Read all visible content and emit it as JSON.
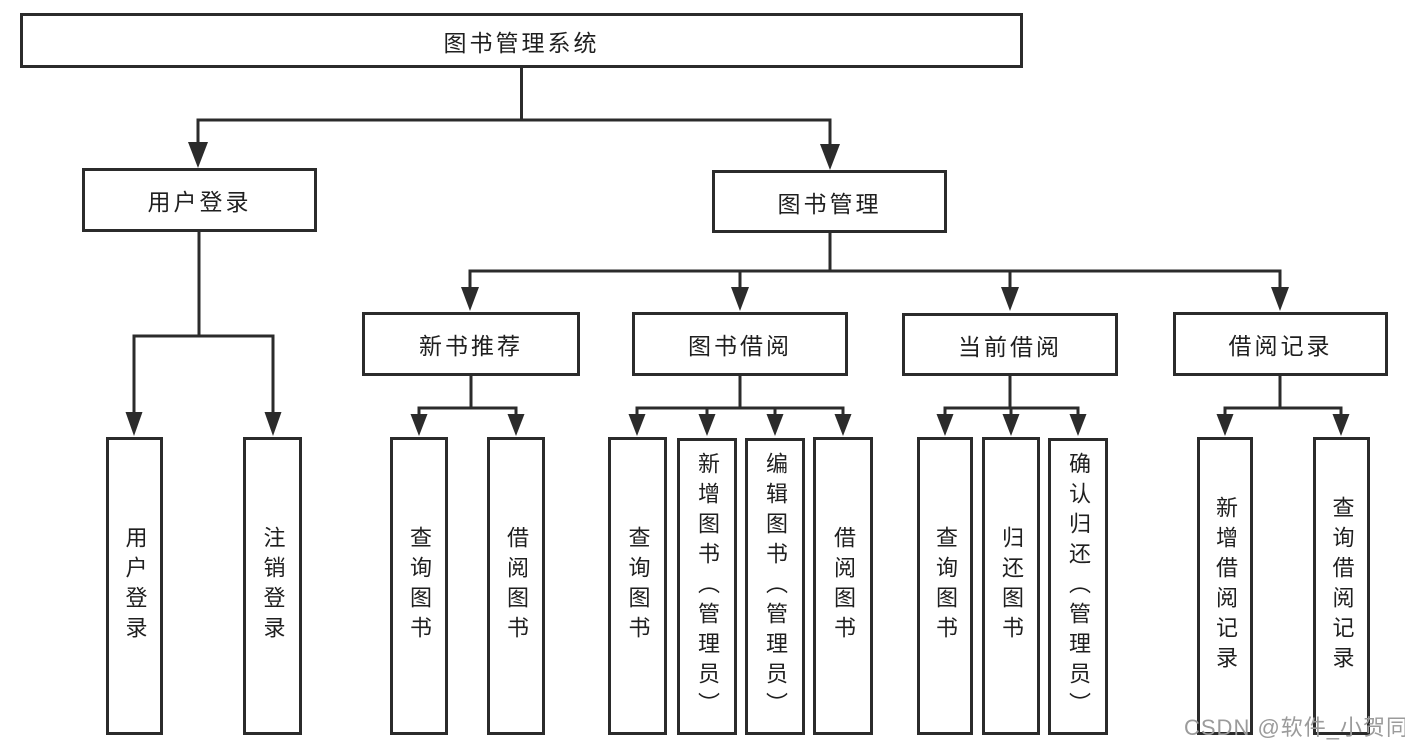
{
  "tree": {
    "root": {
      "label": "图书管理系统",
      "children": [
        {
          "label": "用户登录",
          "children": [
            {
              "label": "用户登录"
            },
            {
              "label": "注销登录"
            }
          ]
        },
        {
          "label": "图书管理",
          "children": [
            {
              "label": "新书推荐",
              "children": [
                {
                  "label": "查询图书"
                },
                {
                  "label": "借阅图书"
                }
              ]
            },
            {
              "label": "图书借阅",
              "children": [
                {
                  "label": "查询图书"
                },
                {
                  "label": "新增图书（管理员）"
                },
                {
                  "label": "编辑图书（管理员）"
                },
                {
                  "label": "借阅图书"
                }
              ]
            },
            {
              "label": "当前借阅",
              "children": [
                {
                  "label": "查询图书"
                },
                {
                  "label": "归还图书"
                },
                {
                  "label": "确认归还（管理员）"
                }
              ]
            },
            {
              "label": "借阅记录",
              "children": [
                {
                  "label": "新增借阅记录"
                },
                {
                  "label": "查询借阅记录"
                }
              ]
            }
          ]
        }
      ]
    }
  },
  "watermark": {
    "text": "CSDN @软件_小贺同学",
    "color": "#9b9b9b"
  },
  "colors": {
    "line": "#2b2b2b",
    "box_border": "#2b2b2b",
    "text": "#1f1f1f",
    "background": "#ffffff"
  }
}
